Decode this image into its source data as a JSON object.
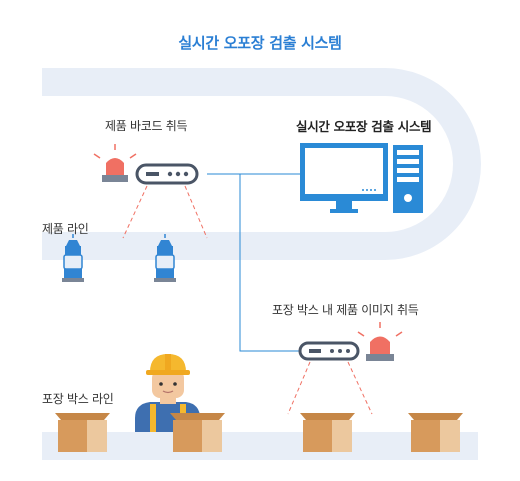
{
  "title": "실시간 오포장 검출 시스템",
  "labels": {
    "product_barcode": "제품 바코드 취득",
    "system": "실시간 오포장 검출 시스템",
    "product_line": "제품 라인",
    "box_image": "포장 박스 내 제품 이미지 취득",
    "box_line": "포장 박스 라인"
  },
  "colors": {
    "title": "#2b7fd4",
    "conveyor": "#e8eef7",
    "monitor": "#2a8ad6",
    "alarm": "#f07063",
    "box": "#d79a5c",
    "bottle": "#3185d3",
    "hardhat": "#f5b82e",
    "worker_suit": "#3e6fb0"
  },
  "icons": [
    "alarm-light-icon",
    "barcode-scanner-icon",
    "bottle-icon",
    "monitor-icon",
    "computer-tower-icon",
    "worker-icon",
    "box-icon"
  ]
}
